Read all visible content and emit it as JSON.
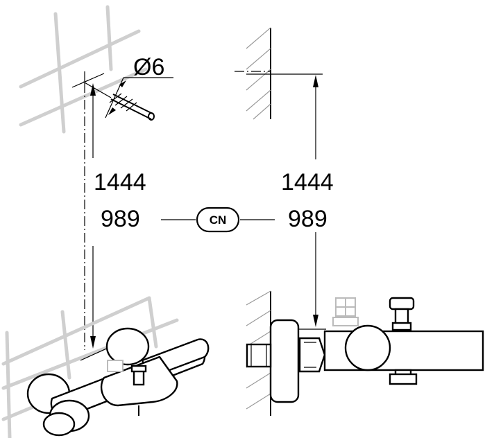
{
  "drill": {
    "diameter_label": "Ø6"
  },
  "left_dimension": {
    "height_label": "1444",
    "alt_height_label": "989"
  },
  "right_dimension": {
    "height_label": "1444",
    "alt_height_label": "989"
  },
  "region_badge": {
    "label": "CN"
  }
}
